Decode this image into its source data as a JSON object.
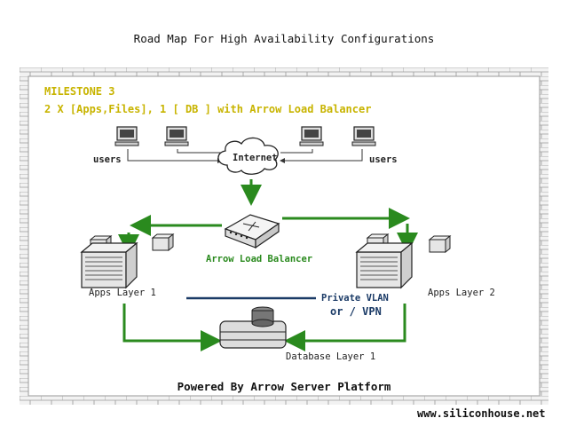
{
  "title": "Road Map For High Availability Configurations",
  "milestone": {
    "label": "MILESTONE 3",
    "description": "2 X [Apps,Files], 1 [ DB ] with Arrow Load Balancer"
  },
  "nodes": {
    "users_left": "users",
    "users_right": "users",
    "internet": "Internet",
    "load_balancer": "Arrow Load Balancer",
    "apps_layer_1": "Apps Layer 1",
    "apps_layer_2": "Apps Layer 2",
    "database": "Database Layer 1"
  },
  "private_link": {
    "line1": "Private VLAN",
    "line2": "or / VPN"
  },
  "footer": "Powered By Arrow Server Platform",
  "website": "www.siliconhouse.net",
  "colors": {
    "arrow": "#2a8a1e",
    "milestone": "#c8b400",
    "vlan": "#1a3a66",
    "frame": "#d4d4d4"
  }
}
